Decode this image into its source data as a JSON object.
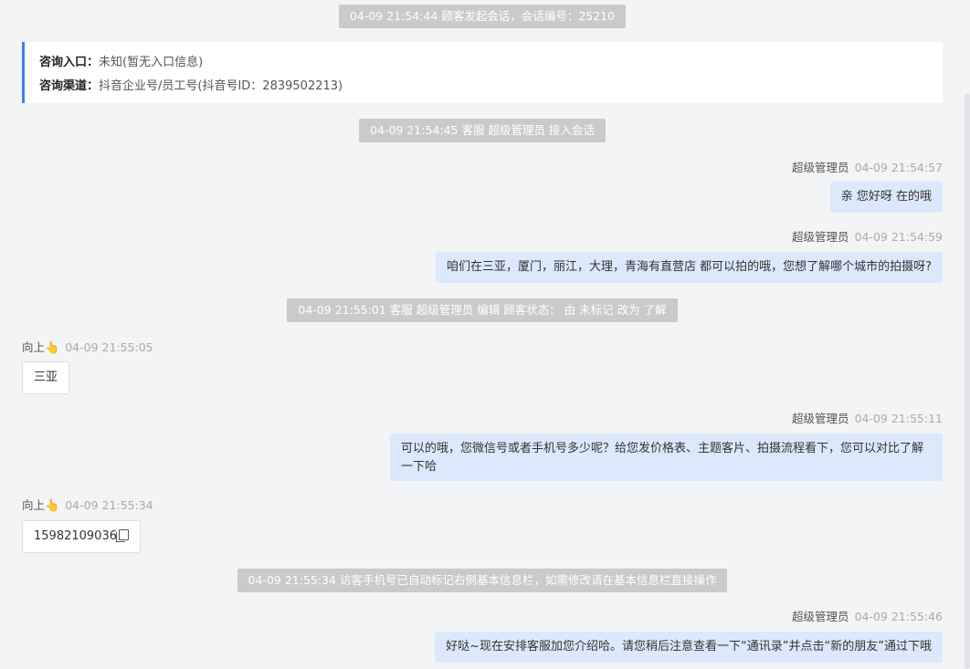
{
  "system_messages": [
    {
      "text": "04-09 21:54:44 顾客发起会话，会话编号：25210"
    },
    {
      "text": "04-09 21:54:45 客服 超级管理员 接入会话"
    },
    {
      "text": "04-09 21:55:01 客服 超级管理员 编辑 顾客状态： 由 未标记 改为 了解"
    },
    {
      "text": "04-09 21:55:34 访客手机号已自动标记右侧基本信息栏，如需修改请在基本信息栏直接操作"
    }
  ],
  "info_card": {
    "entry_label": "咨询入口：",
    "entry_value": "未知(暂无入口信息)",
    "channel_label": "咨询渠道：",
    "channel_value": "抖音企业号/员工号(抖音号ID：2839502213)"
  },
  "messages": [
    {
      "sender": "超级管理员",
      "time": "04-09 21:54:57",
      "text": "亲 您好呀 在的哦"
    },
    {
      "sender": "超级管理员",
      "time": "04-09 21:54:59",
      "text": "咱们在三亚，厦门，丽江，大理，青海有直营店 都可以拍的哦，您想了解哪个城市的拍摄呀?"
    },
    {
      "sender": "向上",
      "time": "04-09 21:55:05",
      "text": "三亚"
    },
    {
      "sender": "超级管理员",
      "time": "04-09 21:55:11",
      "text": "可以的哦，您微信号或者手机号多少呢？给您发价格表、主题客片、拍摄流程看下，您可以对比了解一下哈"
    },
    {
      "sender": "向上",
      "time": "04-09 21:55:34",
      "text": "15982109036"
    },
    {
      "sender": "超级管理员",
      "time": "04-09 21:55:46",
      "text": "好哒~现在安排客服加您介绍哈。请您稍后注意查看一下“通讯录”并点击“新的朋友”通过下哦"
    }
  ],
  "icons": {
    "customer_avatar_icon": "hand-pointing-icon",
    "copy_icon": "copy-icon"
  },
  "colors": {
    "agent_bubble": "#dce8fb",
    "customer_bubble": "#ffffff",
    "system_pill": "#cacaca",
    "accent": "#3d7ff0"
  }
}
